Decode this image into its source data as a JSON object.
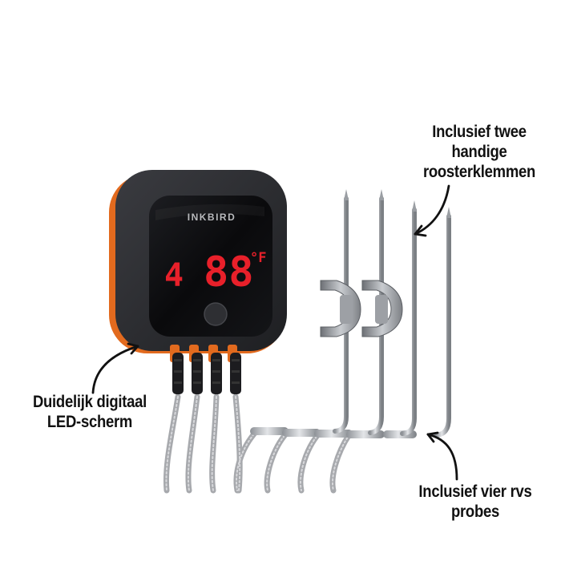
{
  "product": {
    "brand_logo": "INKBIRD",
    "display": {
      "probe_number": "4",
      "temperature": "88",
      "unit": "°F",
      "led_color": "#e8202a"
    },
    "body_color": "#2c2d31",
    "accent_color": "#e26a1e",
    "probe_count": 4
  },
  "callouts": {
    "clips": {
      "line1": "Inclusief twee",
      "line2": "handige",
      "line3": "roosterklemmen"
    },
    "screen": {
      "line1": "Duidelijk digitaal",
      "line2": "LED-scherm"
    },
    "probes": {
      "line1": "Inclusief vier rvs",
      "line2": "probes"
    }
  }
}
